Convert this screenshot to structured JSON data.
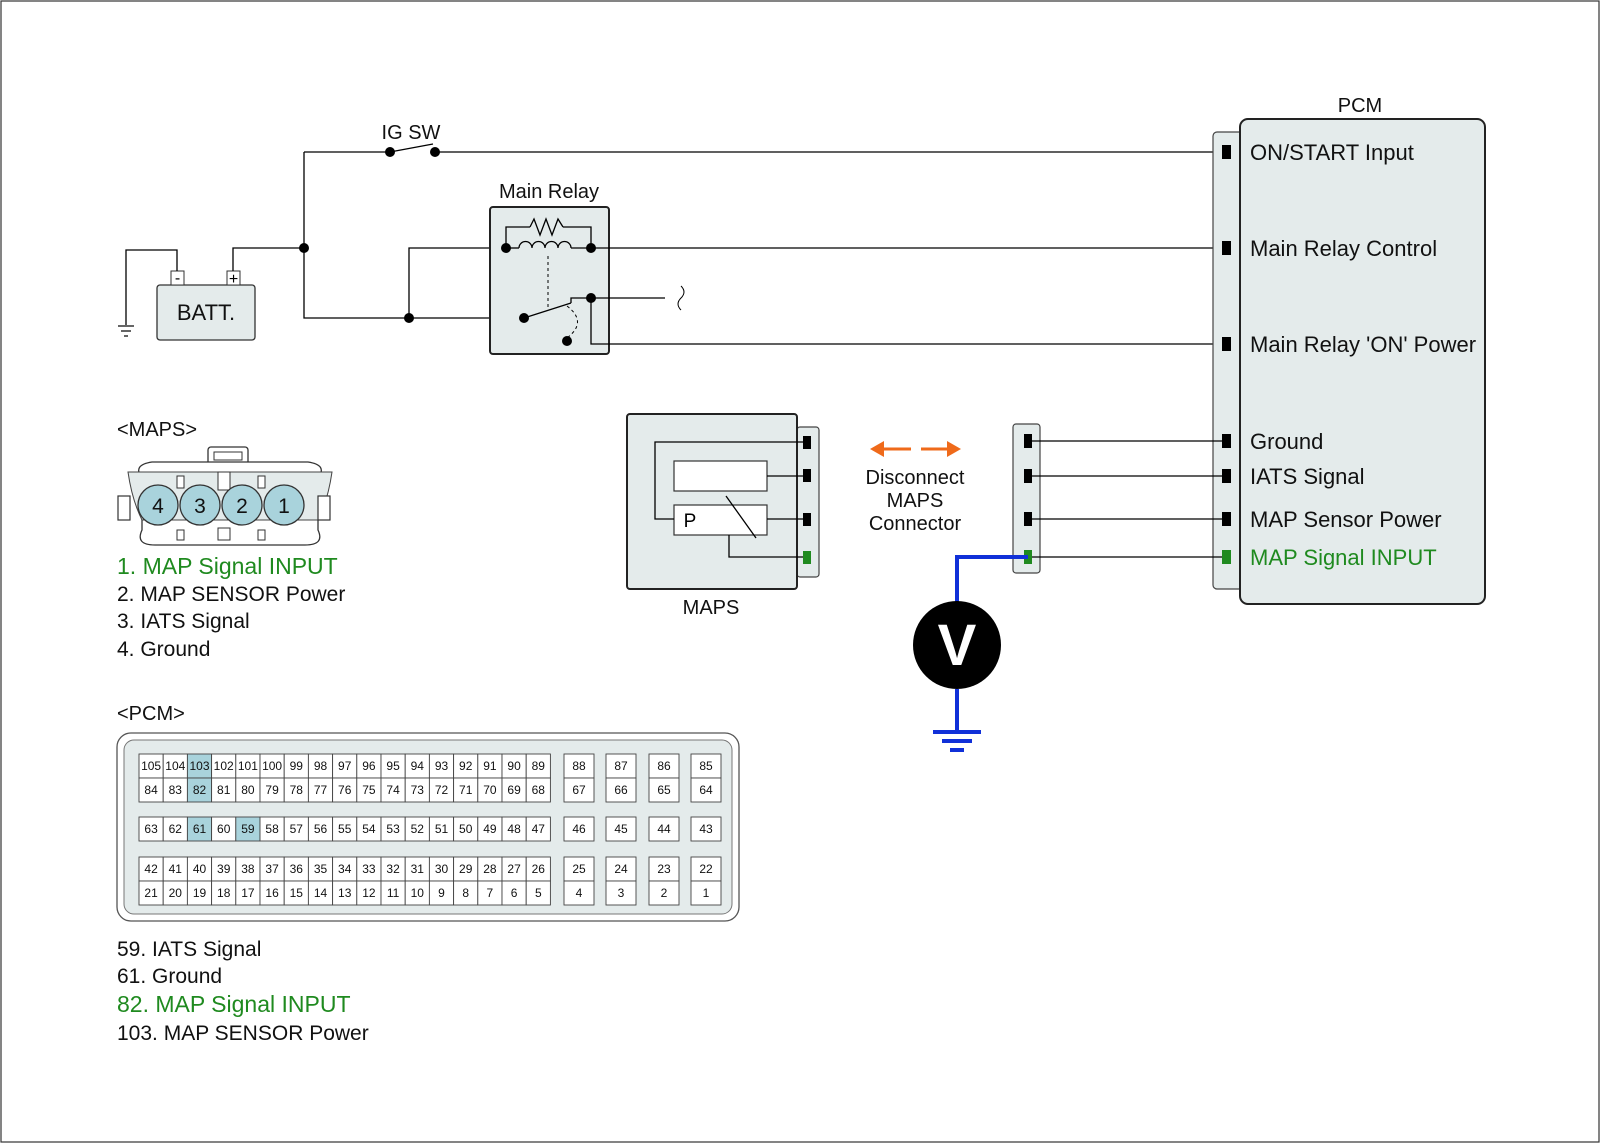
{
  "colors": {
    "green": "#1f8a1f",
    "blue": "#1030d8",
    "orange": "#ef6a1a",
    "box_fill": "#e4ebeb",
    "pin_highlight": "#a9d3dc",
    "pin_fill": "#ffffff"
  },
  "labels": {
    "ig_sw": "IG SW",
    "main_relay": "Main Relay",
    "batt": "BATT.",
    "batt_minus": "-",
    "batt_plus": "+",
    "pcm_title": "PCM",
    "maps_box": "MAPS",
    "p": "P",
    "meter": "V",
    "disconnect": [
      "Disconnect",
      "MAPS",
      "Connector"
    ]
  },
  "pcm_terminals": [
    {
      "label": "ON/START Input",
      "green": false
    },
    {
      "label": "Main Relay Control",
      "green": false
    },
    {
      "label": "Main Relay 'ON' Power",
      "green": false
    },
    {
      "label": "Ground",
      "green": false
    },
    {
      "label": "IATS Signal",
      "green": false
    },
    {
      "label": "MAP Sensor Power",
      "green": false
    },
    {
      "label": "MAP Signal  INPUT",
      "green": true
    }
  ],
  "maps_connector": {
    "title": "<MAPS>",
    "pins": [
      "4",
      "3",
      "2",
      "1"
    ],
    "legend": [
      {
        "text": "1. MAP Signal  INPUT",
        "green": true
      },
      {
        "text": "2. MAP SENSOR Power",
        "green": false
      },
      {
        "text": "3. IATS Signal",
        "green": false
      },
      {
        "text": "4. Ground",
        "green": false
      }
    ]
  },
  "pcm_connector": {
    "title": "<PCM>",
    "highlighted": [
      "103",
      "82",
      "61",
      "59"
    ],
    "rows": [
      [
        [
          "105",
          "104",
          "103",
          "102",
          "101",
          "100",
          "99",
          "98",
          "97",
          "96",
          "95",
          "94",
          "93",
          "92",
          "91",
          "90",
          "89"
        ],
        [
          "88",
          "87",
          "86",
          "85"
        ]
      ],
      [
        [
          "84",
          "83",
          "82",
          "81",
          "80",
          "79",
          "78",
          "77",
          "76",
          "75",
          "74",
          "73",
          "72",
          "71",
          "70",
          "69",
          "68"
        ],
        [
          "67",
          "66",
          "65",
          "64"
        ]
      ],
      [
        [
          "63",
          "62",
          "61",
          "60",
          "59",
          "58",
          "57",
          "56",
          "55",
          "54",
          "53",
          "52",
          "51",
          "50",
          "49",
          "48",
          "47"
        ],
        [
          "46",
          "45",
          "44",
          "43"
        ]
      ],
      [
        [
          "42",
          "41",
          "40",
          "39",
          "38",
          "37",
          "36",
          "35",
          "34",
          "33",
          "32",
          "31",
          "30",
          "29",
          "28",
          "27",
          "26"
        ],
        [
          "25",
          "24",
          "23",
          "22"
        ]
      ],
      [
        [
          "21",
          "20",
          "19",
          "18",
          "17",
          "16",
          "15",
          "14",
          "13",
          "12",
          "11",
          "10",
          "9",
          "8",
          "7",
          "6",
          "5"
        ],
        [
          "4",
          "3",
          "2",
          "1"
        ]
      ]
    ],
    "legend": [
      {
        "text": "59. IATS Signal",
        "green": false
      },
      {
        "text": "61. Ground",
        "green": false
      },
      {
        "text": "82. MAP Signal  INPUT",
        "green": true
      },
      {
        "text": "103. MAP SENSOR Power",
        "green": false
      }
    ]
  }
}
